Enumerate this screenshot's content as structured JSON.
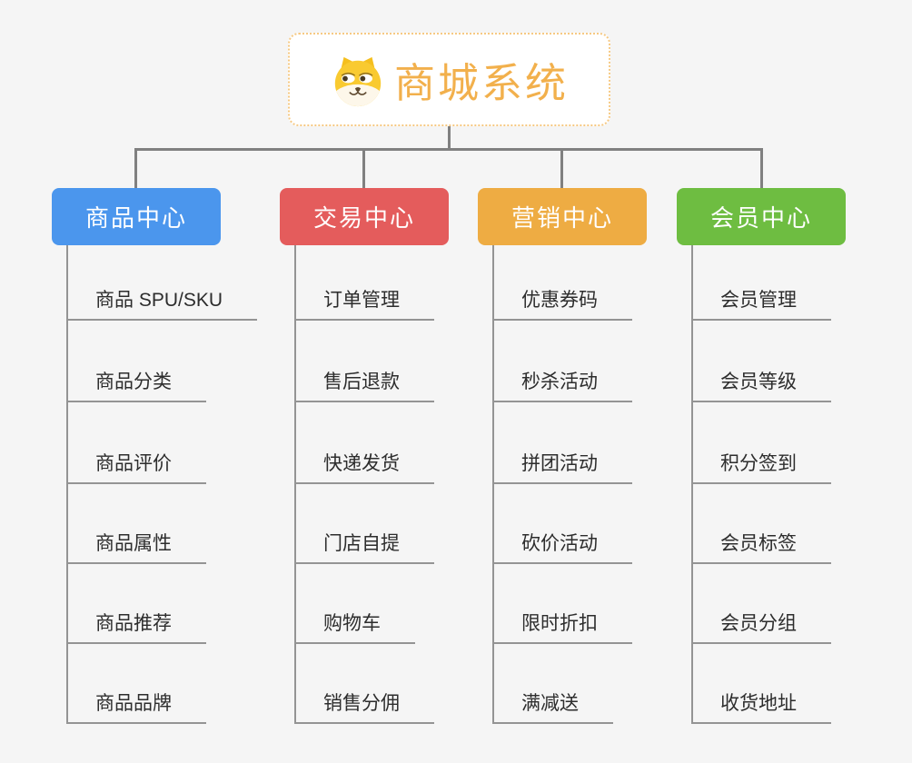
{
  "root": {
    "title": "商城系统",
    "icon": "shiba-dog-icon"
  },
  "branches": [
    {
      "label": "商品中心",
      "color": "#4b96ed",
      "children": [
        "商品 SPU/SKU",
        "商品分类",
        "商品评价",
        "商品属性",
        "商品推荐",
        "商品品牌"
      ]
    },
    {
      "label": "交易中心",
      "color": "#e45c5c",
      "children": [
        "订单管理",
        "售后退款",
        "快递发货",
        "门店自提",
        "购物车",
        "销售分佣"
      ]
    },
    {
      "label": "营销中心",
      "color": "#eeac43",
      "children": [
        "优惠券码",
        "秒杀活动",
        "拼团活动",
        "砍价活动",
        "限时折扣",
        "满减送"
      ]
    },
    {
      "label": "会员中心",
      "color": "#6ebd41",
      "children": [
        "会员管理",
        "会员等级",
        "积分签到",
        "会员标签",
        "会员分组",
        "收货地址"
      ]
    }
  ],
  "palette": {
    "background": "#f5f5f5",
    "tree_line": "#808080",
    "child_line": "#949494",
    "child_text": "#2d2d2d",
    "root_text": "#f2b04c",
    "root_border": "#f6c983"
  }
}
